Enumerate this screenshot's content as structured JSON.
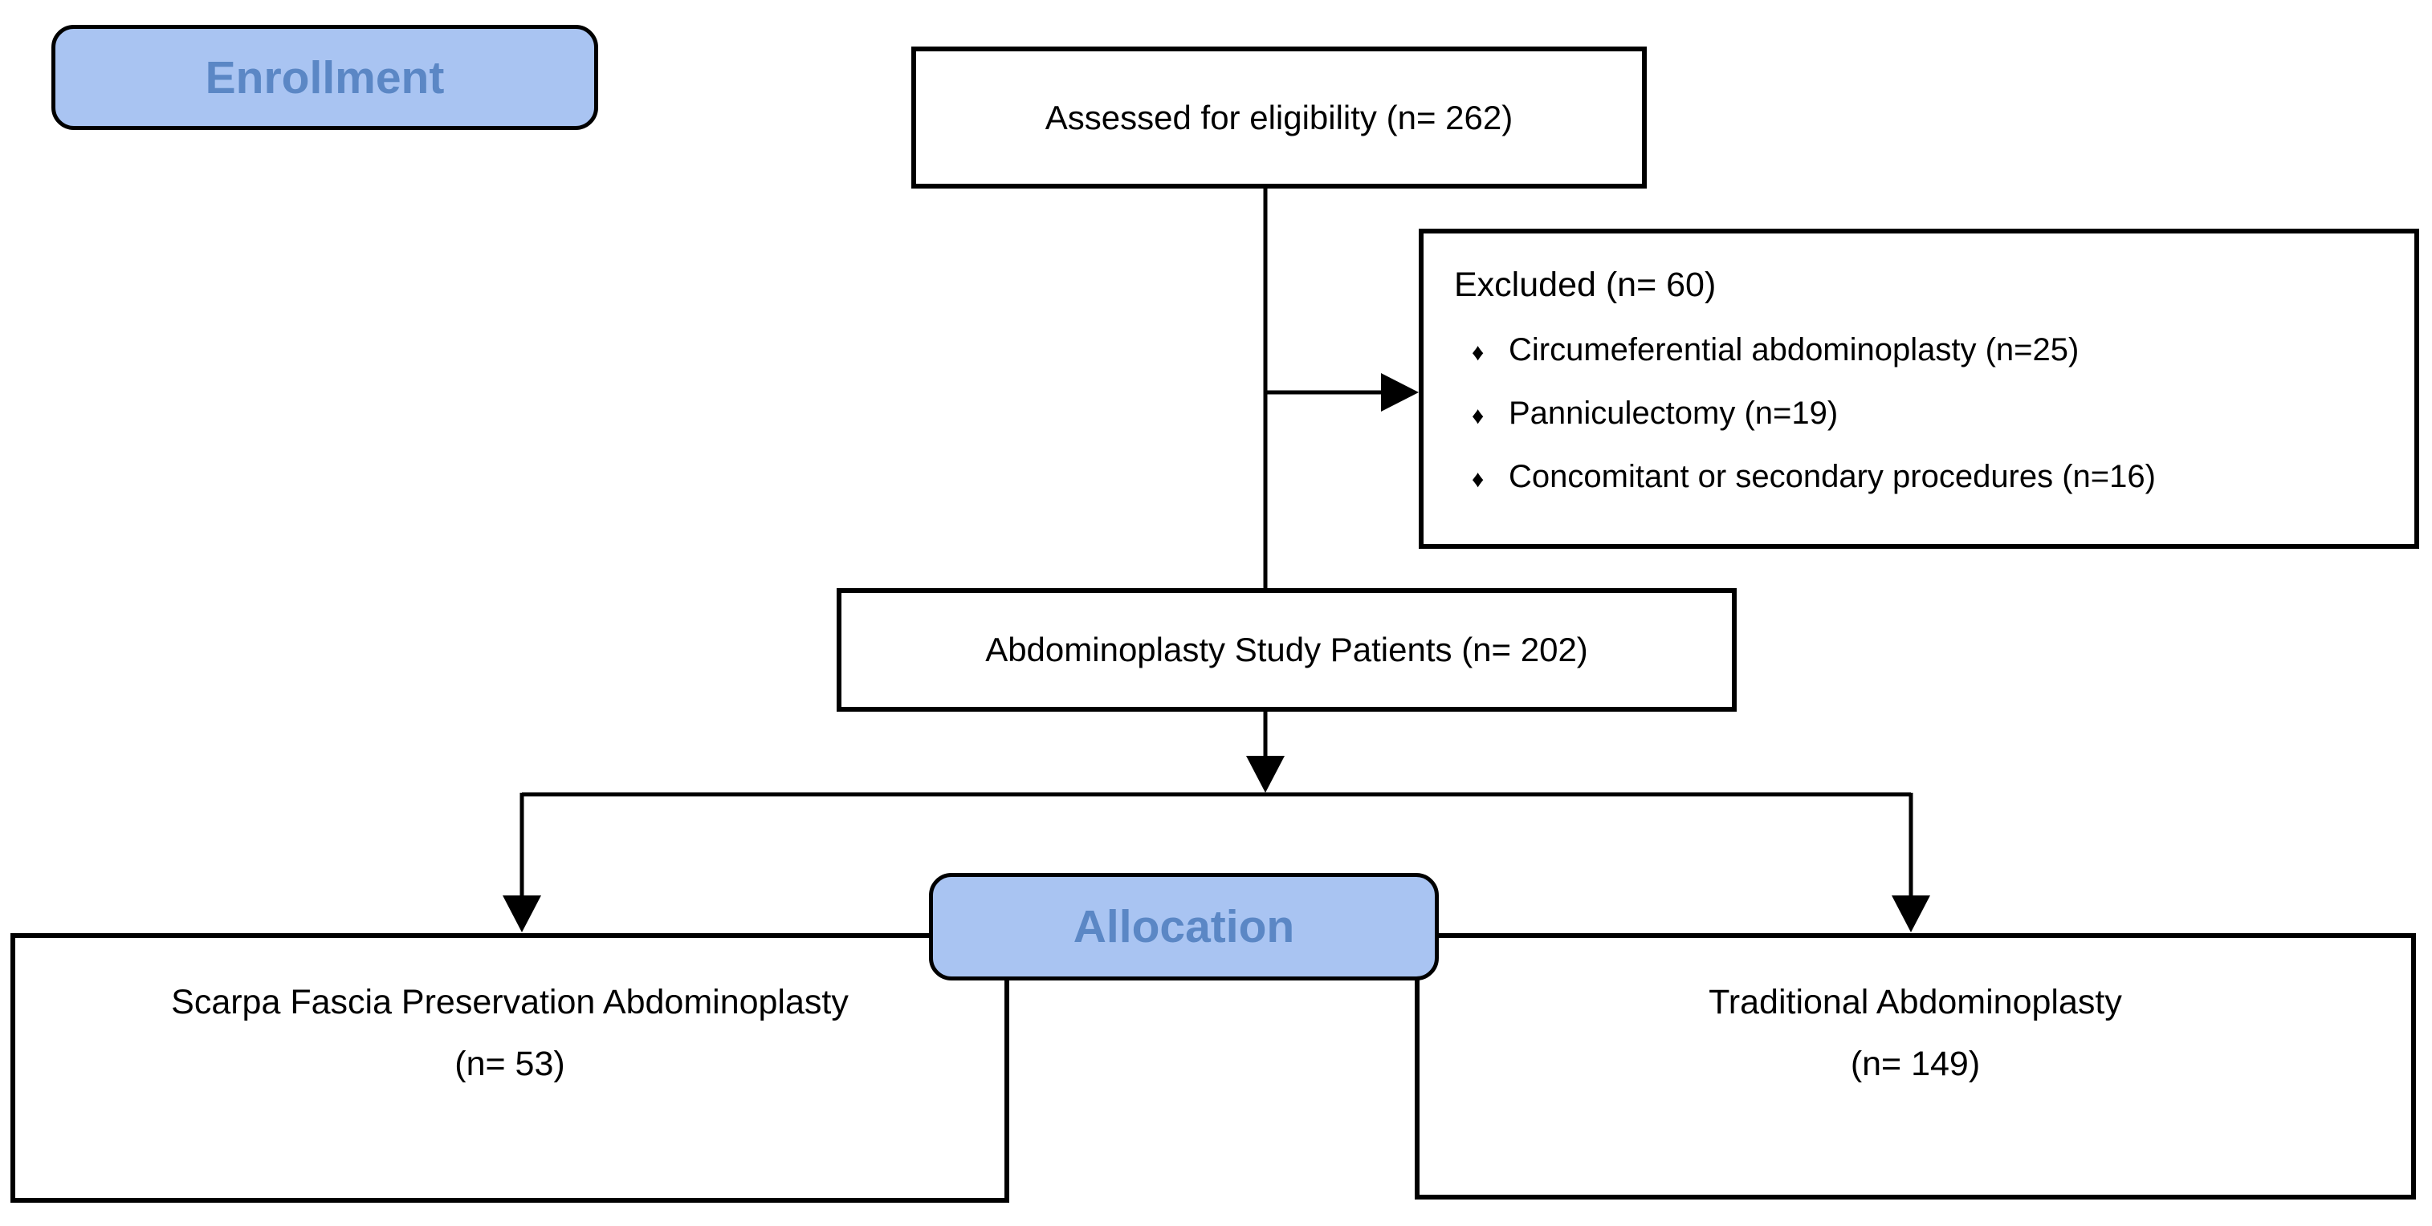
{
  "diagram": {
    "stages": {
      "enrollment_label": "Enrollment",
      "allocation_label": "Allocation"
    },
    "boxes": {
      "assessed": {
        "text": "Assessed for eligibility (n= 262)"
      },
      "excluded": {
        "title": "Excluded (n= 60)",
        "bullet_glyph": "♦",
        "items": [
          "Circumeferential abdominoplasty (n=25)",
          "Panniculectomy (n=19)",
          "Concomitant or secondary procedures (n=16)"
        ]
      },
      "study": {
        "text": "Abdominoplasty Study Patients (n= 202)"
      },
      "left_arm": {
        "line1": "Scarpa Fascia Preservation Abdominoplasty",
        "line2": "(n= 53)"
      },
      "right_arm": {
        "line1": "Traditional Abdominoplasty",
        "line2": "(n= 149)"
      }
    },
    "colors": {
      "stage_fill": "#a9c4f2",
      "stage_text": "#5b87c5",
      "box_border": "#000000",
      "connector": "#000000",
      "background": "#ffffff"
    }
  }
}
